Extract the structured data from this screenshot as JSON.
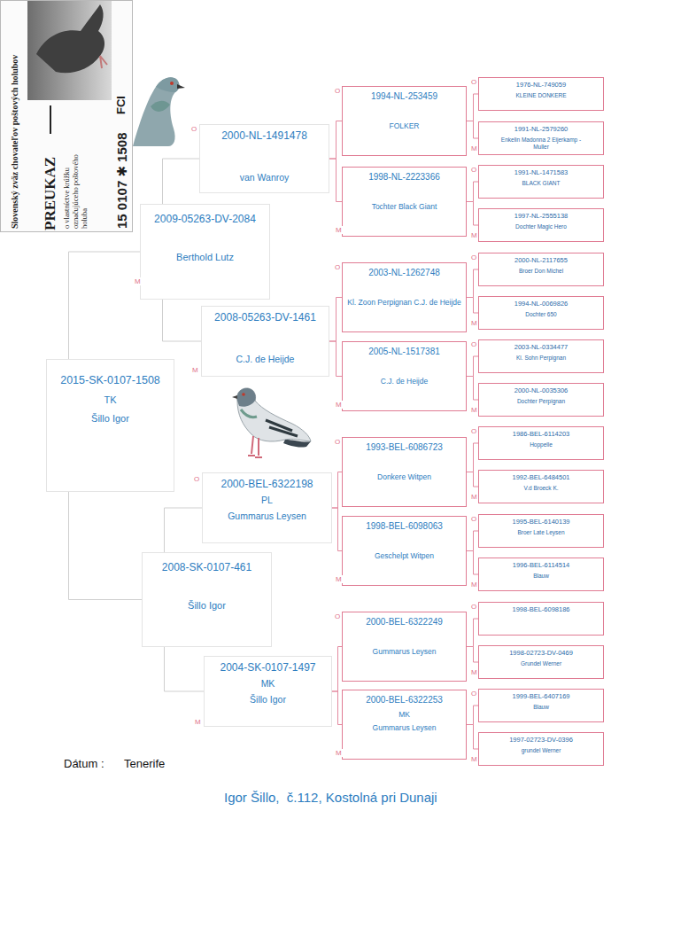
{
  "diagram": {
    "nodes": [
      {
        "text": [
          "Slovenský zväz chovateľov poštových holubov",
          "PREUKAZ",
          "o vlastníctve krúžku označujúceho poštového holuba",
          "15 0107 ✱ 1508",
          "FCI"
        ]
      },
      {
        "text": [
          "2015-SK-0107-1508",
          "TK",
          "Šillo Igor"
        ]
      },
      {
        "text": [
          "2009-05263-DV-2084",
          "Berthold Lutz"
        ]
      },
      {
        "text": [
          "2008-SK-0107-461",
          "Šillo Igor"
        ]
      },
      {
        "text": [
          "2000-NL-1491478",
          "van Wanroy"
        ]
      },
      {
        "text": [
          "2008-05263-DV-1461",
          "C.J. de Heijde"
        ]
      },
      {
        "text": [
          "2000-BEL-6322198",
          "PL",
          "Gummarus Leysen"
        ]
      },
      {
        "text": [
          "2004-SK-0107-1497",
          "MK",
          "Šillo Igor"
        ]
      },
      {
        "text": [
          "1994-NL-253459",
          "FOLKER"
        ]
      },
      {
        "text": [
          "1998-NL-2223366",
          "Tochter Black Giant"
        ]
      },
      {
        "text": [
          "2003-NL-1262748",
          "Kl. Zoon Perpignan C.J. de Heijde"
        ]
      },
      {
        "text": [
          "2005-NL-1517381",
          "C.J. de Heijde"
        ]
      },
      {
        "text": [
          "1993-BEL-6086723",
          "Donkere Witpen"
        ]
      },
      {
        "text": [
          "1998-BEL-6098063",
          "Geschelpt Witpen"
        ]
      },
      {
        "text": [
          "2000-BEL-6322249",
          "Gummarus Leysen"
        ]
      },
      {
        "text": [
          "2000-BEL-6322253",
          "MK",
          "Gummarus Leysen"
        ]
      },
      {
        "text": [
          "1976-NL-749059",
          "KLEINE DONKERE"
        ]
      },
      {
        "text": [
          "1991-NL-2579260",
          "Enkelin Madonna 2 Eijerkamp - Muller"
        ]
      },
      {
        "text": [
          "1991-NL-1471583",
          "BLACK GIANT"
        ]
      },
      {
        "text": [
          "1997-NL-2555138",
          "Dochter Magic Hero"
        ]
      },
      {
        "text": [
          "2000-NL-2117655",
          "Broer Don Michel"
        ]
      },
      {
        "text": [
          "1994-NL-0069826",
          "Dochter 650"
        ]
      },
      {
        "text": [
          "2003-NL-0334477",
          "Kl. Sohn Perpignan"
        ]
      },
      {
        "text": [
          "2000-NL-0035306",
          "Dochter Perpignan"
        ]
      },
      {
        "text": [
          "1986-BEL-6114203",
          "Hoppelle"
        ]
      },
      {
        "text": [
          "1992-BEL-6484501",
          "V.d Broeck K."
        ]
      },
      {
        "text": [
          "1995-BEL-6140139",
          "Broer Late Leysen"
        ]
      },
      {
        "text": [
          "1996-BEL-6114514",
          "Blauw"
        ]
      },
      {
        "text": [
          "1998-BEL-6098186"
        ]
      },
      {
        "text": [
          "1998-02723-DV-0469",
          "Grundel Werner"
        ]
      },
      {
        "text": [
          "1999-BEL-6407169",
          "Blauw"
        ]
      },
      {
        "text": [
          "1997-02723-DV-0396",
          "grundel Werner"
        ]
      }
    ],
    "edges": [
      {
        "from": 1,
        "to": 2,
        "arrow": "none"
      },
      {
        "from": 1,
        "to": 3,
        "arrow": "none"
      },
      {
        "from": 2,
        "to": 4,
        "arrow": "none"
      },
      {
        "from": 2,
        "to": 5,
        "arrow": "none"
      },
      {
        "from": 3,
        "to": 6,
        "arrow": "none"
      },
      {
        "from": 3,
        "to": 7,
        "arrow": "none"
      },
      {
        "from": 4,
        "to": 8,
        "arrow": "none"
      },
      {
        "from": 4,
        "to": 9,
        "arrow": "none"
      },
      {
        "from": 5,
        "to": 10,
        "arrow": "none"
      },
      {
        "from": 5,
        "to": 11,
        "arrow": "none"
      },
      {
        "from": 6,
        "to": 12,
        "arrow": "none"
      },
      {
        "from": 6,
        "to": 13,
        "arrow": "none"
      },
      {
        "from": 7,
        "to": 14,
        "arrow": "none"
      },
      {
        "from": 7,
        "to": 15,
        "arrow": "none"
      },
      {
        "from": 8,
        "to": 16,
        "arrow": "none"
      },
      {
        "from": 8,
        "to": 17,
        "arrow": "none"
      },
      {
        "from": 9,
        "to": 18,
        "arrow": "none"
      },
      {
        "from": 9,
        "to": 19,
        "arrow": "none"
      },
      {
        "from": 10,
        "to": 20,
        "arrow": "none"
      },
      {
        "from": 10,
        "to": 21,
        "arrow": "none"
      },
      {
        "from": 11,
        "to": 22,
        "arrow": "none"
      },
      {
        "from": 11,
        "to": 23,
        "arrow": "none"
      },
      {
        "from": 12,
        "to": 24,
        "arrow": "none"
      },
      {
        "from": 12,
        "to": 25,
        "arrow": "none"
      },
      {
        "from": 13,
        "to": 26,
        "arrow": "none"
      },
      {
        "from": 13,
        "to": 27,
        "arrow": "none"
      },
      {
        "from": 14,
        "to": 28,
        "arrow": "none"
      },
      {
        "from": 14,
        "to": 29,
        "arrow": "none"
      },
      {
        "from": 15,
        "to": 30,
        "arrow": "none"
      },
      {
        "from": 15,
        "to": 31,
        "arrow": "none"
      }
    ],
    "labels": [
      "Dátum :",
      "Tenerife",
      "Igor Šillo,  č.112, Kostolná pri Dunaji",
      "M",
      "O",
      "M",
      "O",
      "M",
      "O",
      "M",
      "O",
      "M",
      "O",
      "M",
      "O",
      "M",
      "O",
      "M",
      "O",
      "M",
      "O",
      "M",
      "O",
      "M",
      "O",
      "M",
      "O",
      "M",
      "O",
      "M",
      "O",
      "M"
    ]
  }
}
